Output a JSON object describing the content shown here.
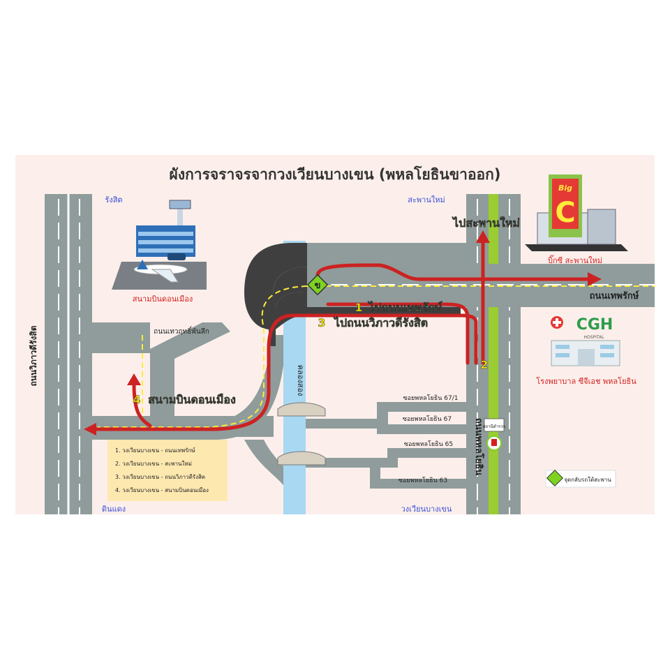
{
  "title": "ผังการจราจรจากวงเวียนบางเขน (พหลโยธินขาออก)",
  "places": {
    "rangsit": "รังสิต",
    "saphan_mai_top": "สะพานใหม่",
    "din_daeng": "ดินแดง",
    "wongwian_bangkhen": "วงเวียนบางเขน",
    "don_mueang_airport": "สนามบินดอนเมือง",
    "big_c": "บิ๊กซี สะพานใหม่",
    "big_c_logo_top": "Big",
    "big_c_logo_letter": "C",
    "cgh_logo": "CGH",
    "cgh_logo_sub": "HOSPITAL",
    "hospital": "โรงพยาบาล ซีจีเอช พหลโยธิน",
    "police_station": "สถานีตำรวจ"
  },
  "roads": {
    "vibhavadi": "ถนนวิภาวดีรังสิต",
    "thepharak": "ถนนเทพรักษ์",
    "thewarit": "ถนนเทวฤทธิ์พันลึก",
    "phahonyothin": "ถนนพหลโยธิน",
    "klong": "คลองสอง",
    "soi_67_1": "ซอยพหลโยธิน 67/1",
    "soi_67": "ซอยพหลโยธิน 67",
    "soi_65": "ซอยพหลโยธิน 65",
    "soi_63": "ซอยพหลโยธิน 63"
  },
  "routes": {
    "r1": {
      "num": "1",
      "label": "ไปถนนเทพรักษ์"
    },
    "r2": {
      "num": "2",
      "label": "ไปสะพานใหม่"
    },
    "r3": {
      "num": "3",
      "label": "ไปถนนวิภาวดีรังสิต"
    },
    "r4": {
      "num": "4",
      "label": "สนามบินดอนเมือง"
    }
  },
  "uturn_mark": "ข",
  "legend": [
    "1. วงเวียนบางเขน - ถนนเทพรักษ์",
    "2. วงเวียนบางเขน - สะพานใหม่",
    "3. วงเวียนบางเขน - ถนนวิภาวดีรังสิต",
    "4. วงเวียนบางเขน - สนามบินดอนเมือง"
  ],
  "uturn_note": "จุดกลับรถใต้สะพาน",
  "colors": {
    "background": "#fcefeb",
    "road": "#8f9c9b",
    "bridge": "#3f3f3f",
    "canal": "#a8d8f2",
    "route": "#cc2222",
    "label_green": "#9acd32",
    "blue_text": "#3a4fd6",
    "red_text": "#d42020"
  }
}
